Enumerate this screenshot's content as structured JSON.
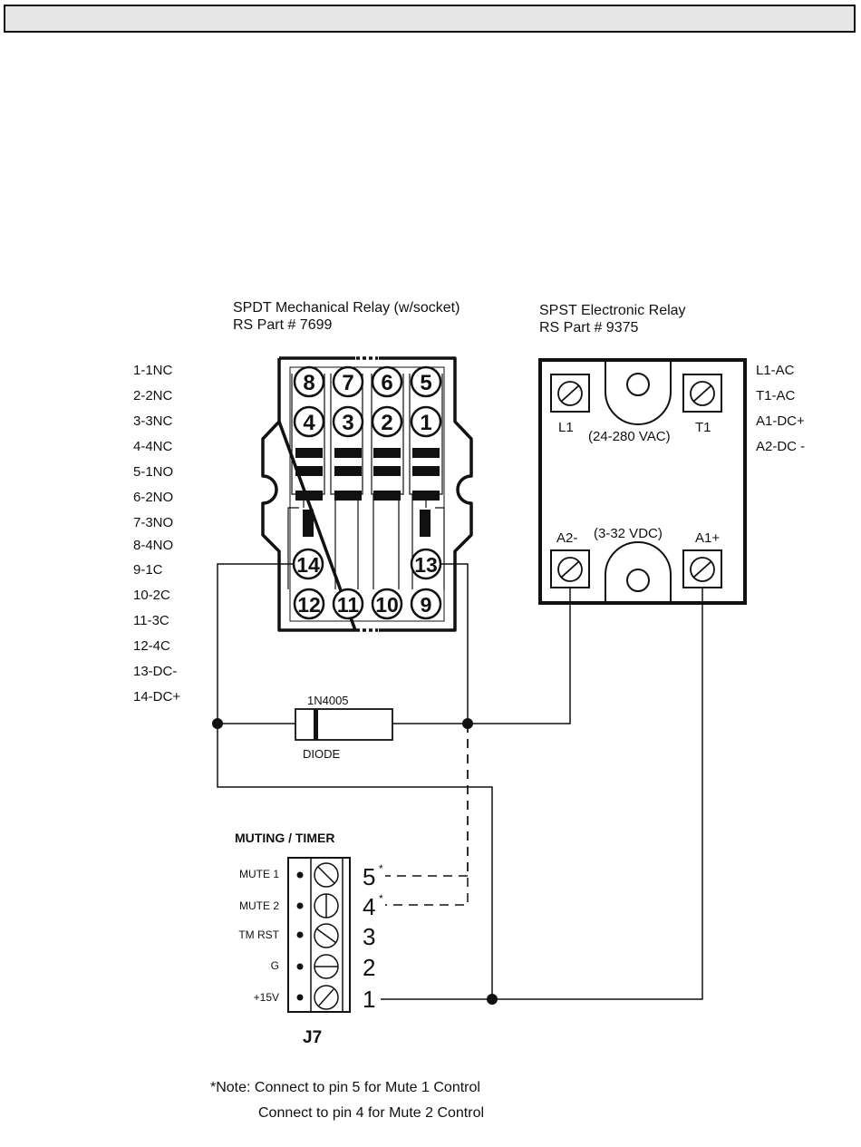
{
  "header": {
    "title": ""
  },
  "mech_relay": {
    "title": "SPDT Mechanical Relay (w/socket)",
    "part": "RS Part # 7699",
    "pins_top": [
      "8",
      "7",
      "6",
      "5"
    ],
    "pins_second": [
      "4",
      "3",
      "2",
      "1"
    ],
    "pin_left_coil": "14",
    "pin_right_coil": "13",
    "pins_bottom": [
      "12",
      "11",
      "10",
      "9"
    ]
  },
  "pin_legend": [
    "1-1NC",
    "2-2NC",
    "3-3NC",
    "4-4NC",
    "5-1NO",
    "6-2NO",
    "7-3NO",
    "8-4NO",
    "9-1C",
    "10-2C",
    "11-3C",
    "12-4C",
    "13-DC-",
    "14-DC+"
  ],
  "ssr": {
    "title": "SPST Electronic Relay",
    "part": "RS Part # 9375",
    "terminal_l1": "L1",
    "terminal_t1": "T1",
    "ac_range": "(24-280 VAC)",
    "terminal_a2": "A2-",
    "terminal_a1": "A1+",
    "dc_range": "(3-32  VDC)"
  },
  "ssr_legend": [
    "L1-AC",
    "T1-AC",
    "A1-DC+",
    "A2-DC -"
  ],
  "diode": {
    "part": "1N4005",
    "label": "DIODE"
  },
  "terminal_block": {
    "title": "MUTING / TIMER",
    "connector": "J7",
    "rows": [
      {
        "label": "MUTE 1",
        "number": "5",
        "mark": "*"
      },
      {
        "label": "MUTE 2",
        "number": "4",
        "mark": "*"
      },
      {
        "label": "TM RST",
        "number": "3",
        "mark": ""
      },
      {
        "label": "G",
        "number": "2",
        "mark": ""
      },
      {
        "label": "+15V",
        "number": "1",
        "mark": ""
      }
    ]
  },
  "note": {
    "line1": "*Note: Connect to pin 5 for Mute 1 Control",
    "line2": "Connect to pin 4 for Mute 2 Control"
  }
}
